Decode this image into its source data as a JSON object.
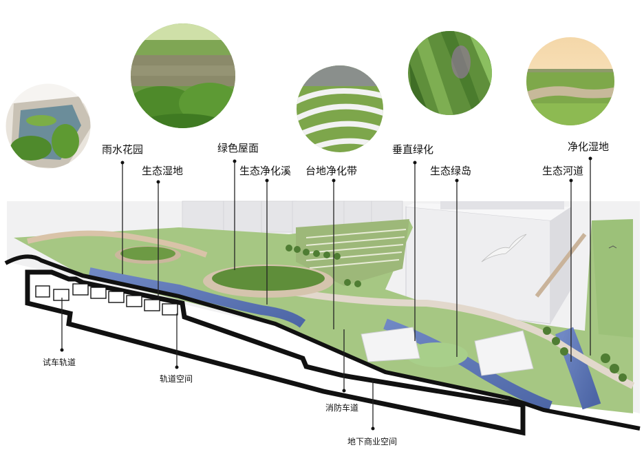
{
  "labels_top": {
    "rain_garden": "雨水花园",
    "eco_wetland": "生态湿地",
    "green_roof": "绿色屋面",
    "eco_purify_stream": "生态净化溪",
    "terrace_purify_belt": "台地净化带",
    "vertical_greening": "垂直绿化",
    "eco_green_island": "生态绿岛",
    "eco_river": "生态河道",
    "purify_wetland": "净化湿地"
  },
  "labels_bottom": {
    "test_track": "试车轨道",
    "track_space": "轨道空间",
    "fire_lane": "消防车道",
    "underground_commercial": "地下商业空间"
  },
  "colors": {
    "grass": "#8fb86a",
    "water": "#5b78b6",
    "building": "#e8e8ea",
    "path": "#d9c3a8",
    "section": "#111111"
  }
}
